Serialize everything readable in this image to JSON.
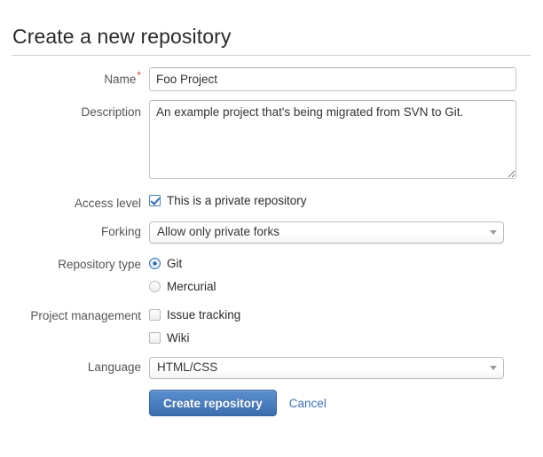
{
  "header": {
    "title": "Create a new repository"
  },
  "form": {
    "name": {
      "label": "Name",
      "required_marker": "*",
      "value": "Foo Project",
      "placeholder": ""
    },
    "description": {
      "label": "Description",
      "value": "An example project that's being migrated from SVN to Git.",
      "placeholder": ""
    },
    "access_level": {
      "label": "Access level",
      "option_label": "This is a private repository",
      "checked": true
    },
    "forking": {
      "label": "Forking",
      "selected": "Allow only private forks",
      "options": [
        "Allow only private forks"
      ]
    },
    "repository_type": {
      "label": "Repository type",
      "options": [
        {
          "label": "Git",
          "selected": true
        },
        {
          "label": "Mercurial",
          "selected": false
        }
      ]
    },
    "project_management": {
      "label": "Project management",
      "options": [
        {
          "label": "Issue tracking",
          "checked": false
        },
        {
          "label": "Wiki",
          "checked": false
        }
      ]
    },
    "language": {
      "label": "Language",
      "selected": "HTML/CSS",
      "options": [
        "HTML/CSS"
      ]
    }
  },
  "actions": {
    "submit_label": "Create repository",
    "cancel_label": "Cancel"
  },
  "colors": {
    "accent": "#4a7fc1",
    "link": "#3b6fb8",
    "required": "#d44a3c",
    "label_text": "#555555",
    "border": "#c6c6c6"
  }
}
